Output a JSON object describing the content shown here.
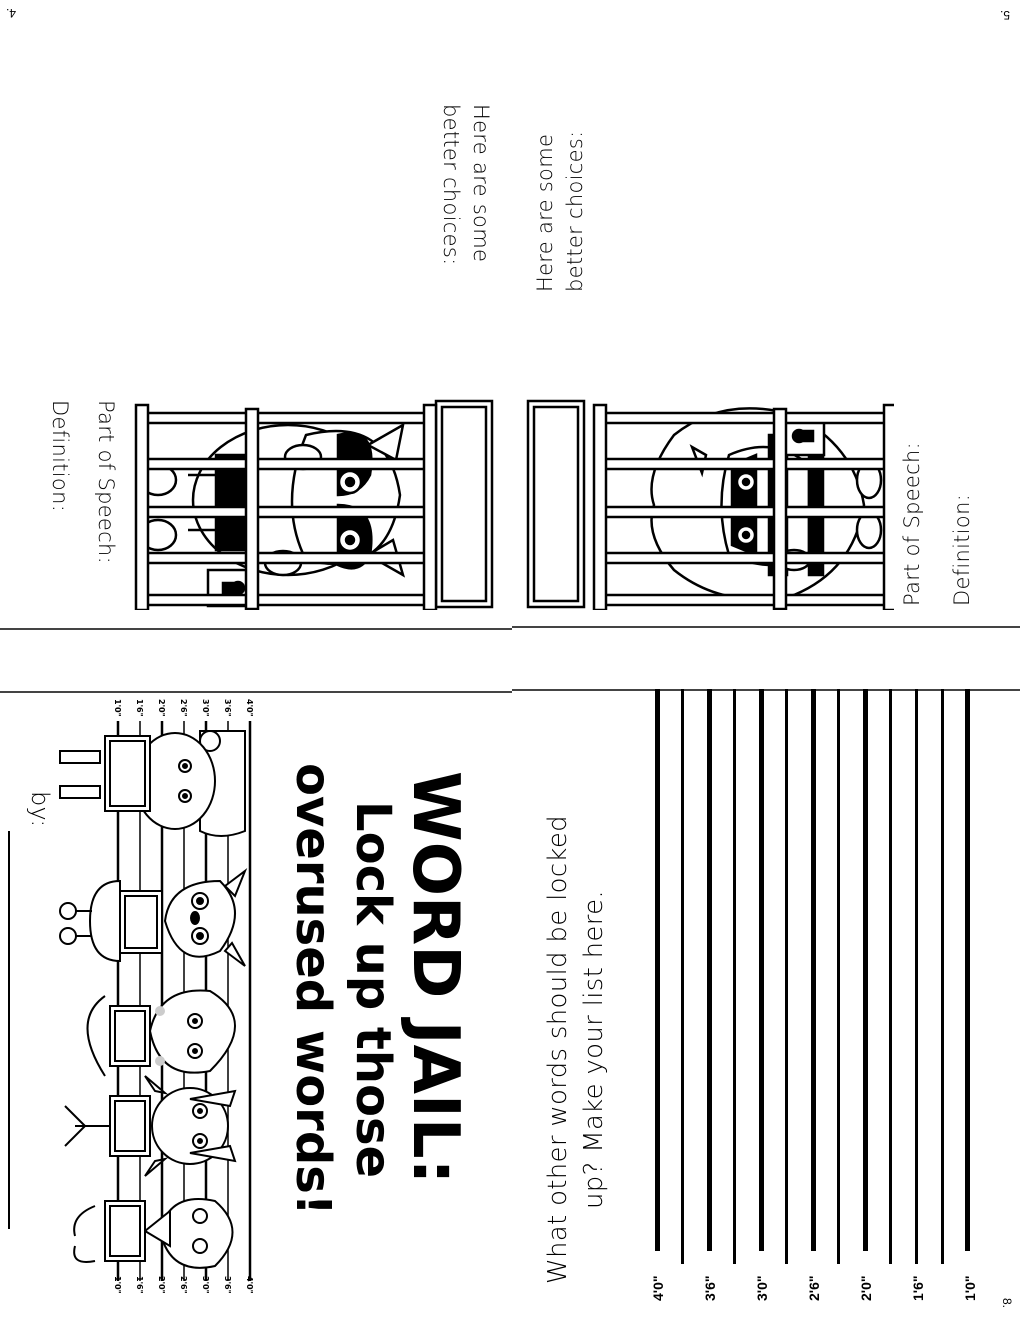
{
  "page_numbers": {
    "top_left": "4.",
    "top_right": "5.",
    "bottom_right": "8."
  },
  "page4": {
    "better_choices": [
      "Here are some",
      "better choices:"
    ],
    "part_of_speech": "Part of Speech:",
    "definition": "Definition:"
  },
  "page5": {
    "better_choices": [
      "Here are some",
      "better choices:"
    ],
    "part_of_speech": "Part of Speech:",
    "definition": "Definition:"
  },
  "cover": {
    "title_line1": "WORD JAIL:",
    "title_line2": "Lock up those",
    "title_line3": "overused words!",
    "by_label": "by:",
    "height_marks": [
      "4'0\"",
      "3'6\"",
      "3'0\"",
      "2'6\"",
      "2'0\"",
      "1'6\"",
      "1'0\""
    ],
    "characters": [
      "girl-with-hat",
      "raccoon-cat",
      "fluffy-cat",
      "sunflower",
      "bird"
    ]
  },
  "page8": {
    "prompt_line1": "What other words should be locked",
    "prompt_line2": "up? Make your list here.",
    "height_marks": [
      "4'0\"",
      "3'6\"",
      "3'0\"",
      "2'6\"",
      "2'0\"",
      "1'6\"",
      "1'0\""
    ]
  }
}
